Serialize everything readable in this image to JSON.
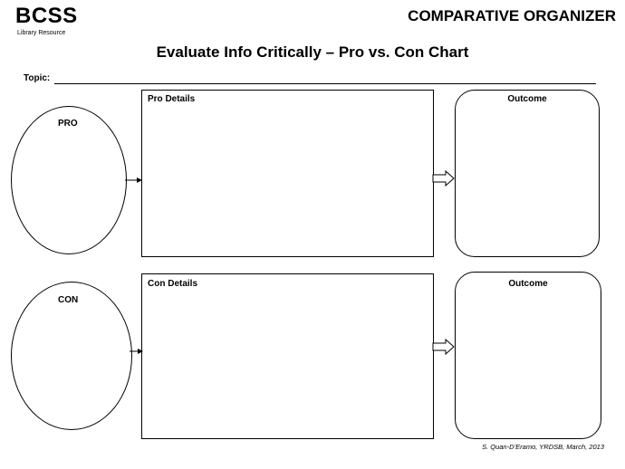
{
  "header": {
    "logo_text": "BCSS",
    "logo_subtext": "Library Resource",
    "organizer_title": "COMPARATIVE ORGANIZER"
  },
  "title": "Evaluate Info Critically – Pro vs. Con Chart",
  "topic": {
    "label": "Topic:",
    "value": ""
  },
  "pro": {
    "oval_label": "PRO",
    "details_label": "Pro Details",
    "outcome_label": "Outcome"
  },
  "con": {
    "oval_label": "CON",
    "details_label": "Con Details",
    "outcome_label": "Outcome"
  },
  "footer": {
    "credit": "S. Quan-D’Eramo, YRDSB, March, 2013"
  }
}
